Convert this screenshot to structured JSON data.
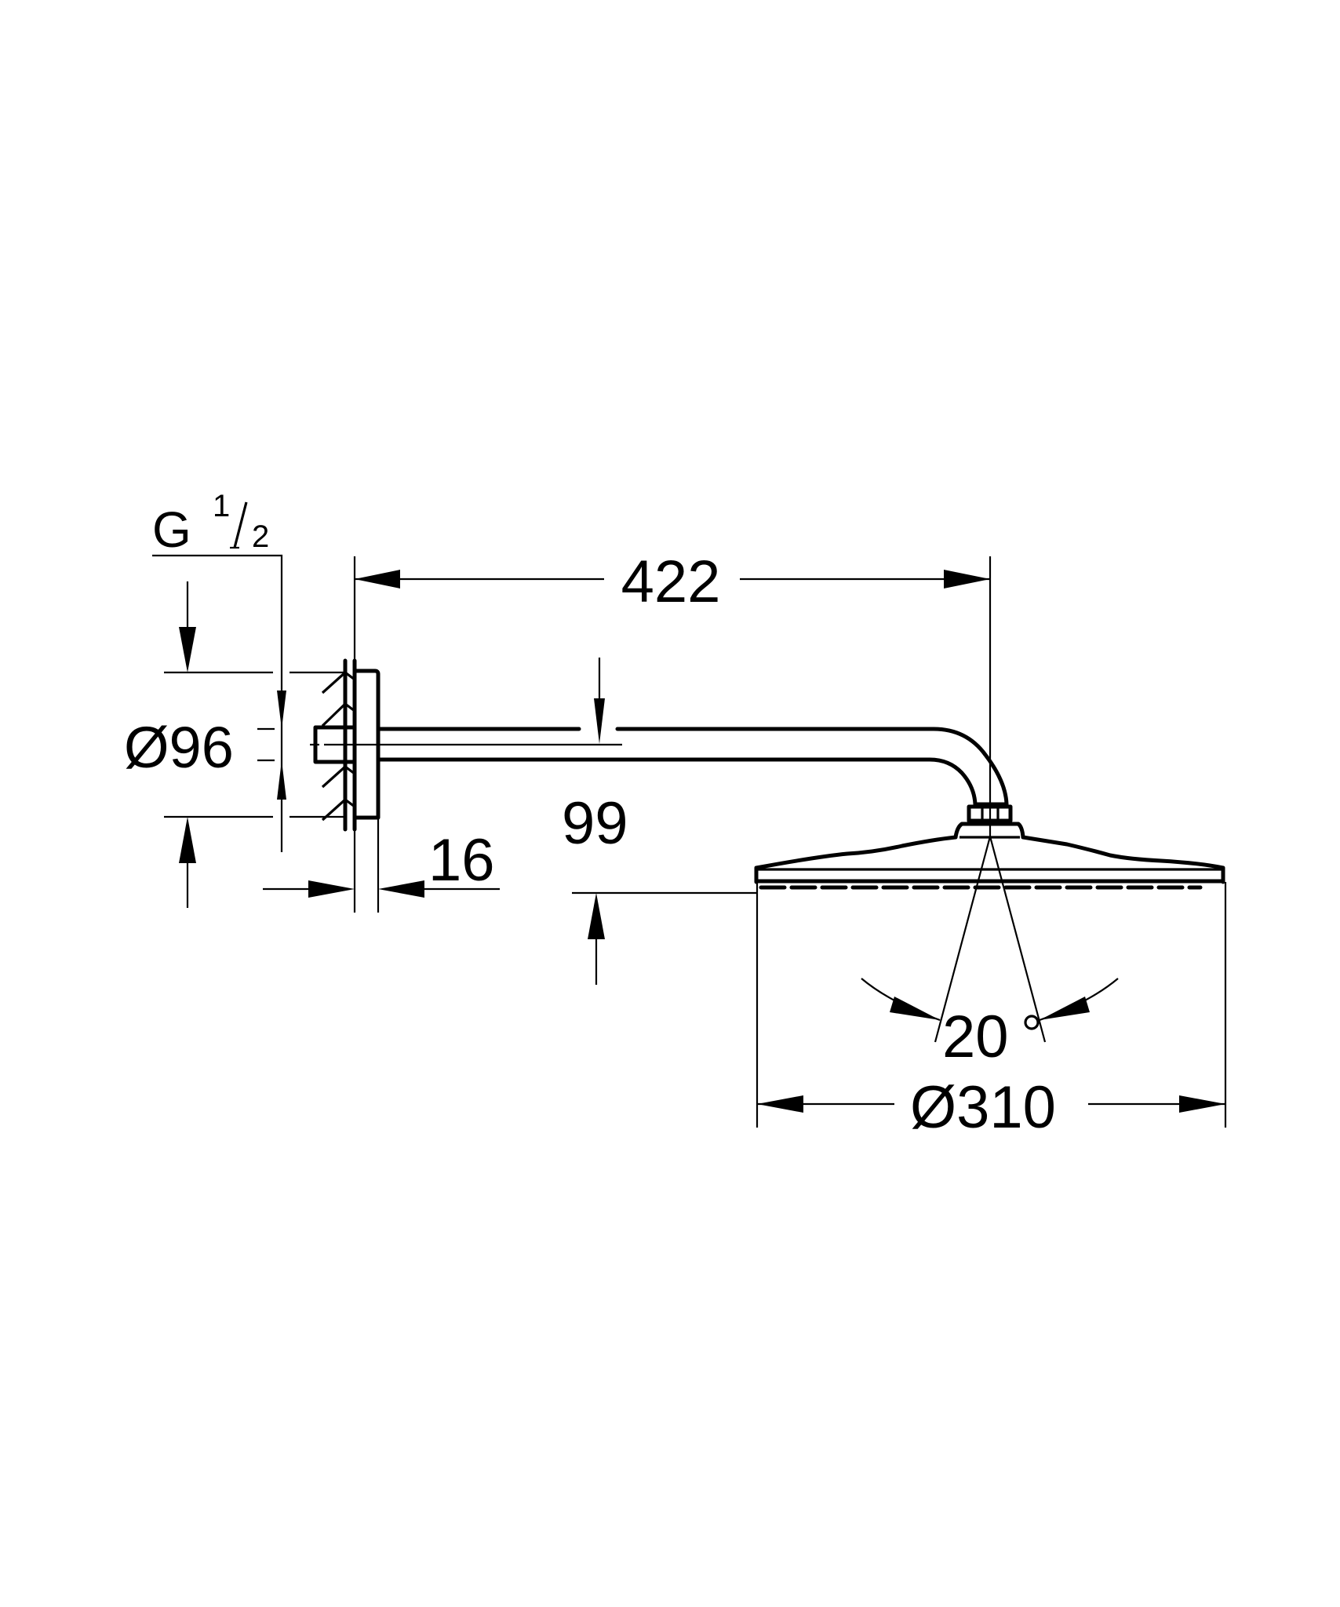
{
  "drawing": {
    "title": "Shower head with shower arm – technical dimension drawing",
    "colors": {
      "line": "#000000",
      "background": "#ffffff"
    },
    "dimensions": {
      "thread": {
        "label_main": "G",
        "label_num": "1",
        "label_den": "2"
      },
      "flange_diameter": {
        "label": "Ø96"
      },
      "projection_length": {
        "label": "422"
      },
      "flange_depth": {
        "label": "16"
      },
      "height_drop": {
        "label": "99"
      },
      "tilt_angle": {
        "label": "20",
        "unit": "°"
      },
      "head_diameter": {
        "label": "Ø310"
      }
    }
  }
}
